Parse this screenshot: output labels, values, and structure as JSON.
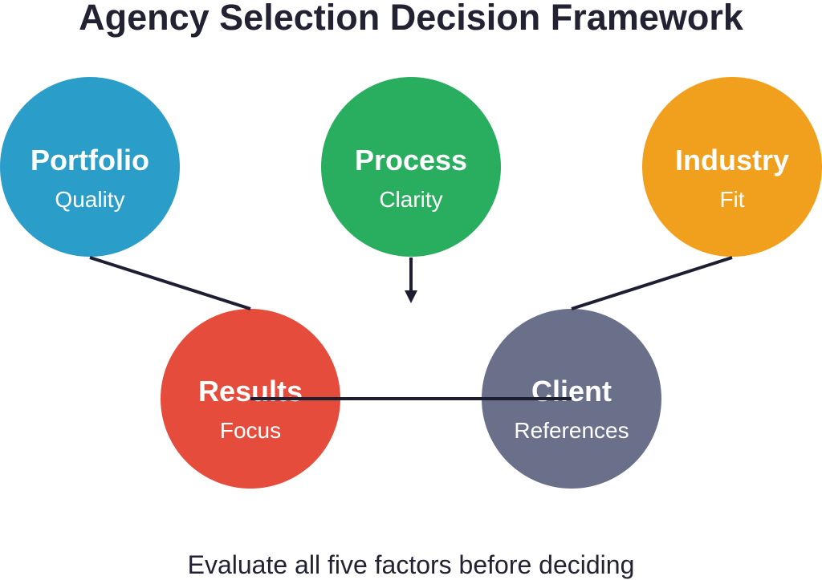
{
  "title": "Agency Selection Decision Framework",
  "footer": "Evaluate all five factors before deciding",
  "nodes": [
    {
      "id": "portfolio",
      "main": "Portfolio",
      "sub": "Quality",
      "color": "#2a9ec9"
    },
    {
      "id": "process",
      "main": "Process",
      "sub": "Clarity",
      "color": "#29ad5f"
    },
    {
      "id": "industry",
      "main": "Industry",
      "sub": "Fit",
      "color": "#f0a01c"
    },
    {
      "id": "results",
      "main": "Results",
      "sub": "Focus",
      "color": "#e54c3c"
    },
    {
      "id": "client",
      "main": "Client",
      "sub": "References",
      "color": "#6a6f8a"
    }
  ],
  "connector_color": "#1e1e32"
}
